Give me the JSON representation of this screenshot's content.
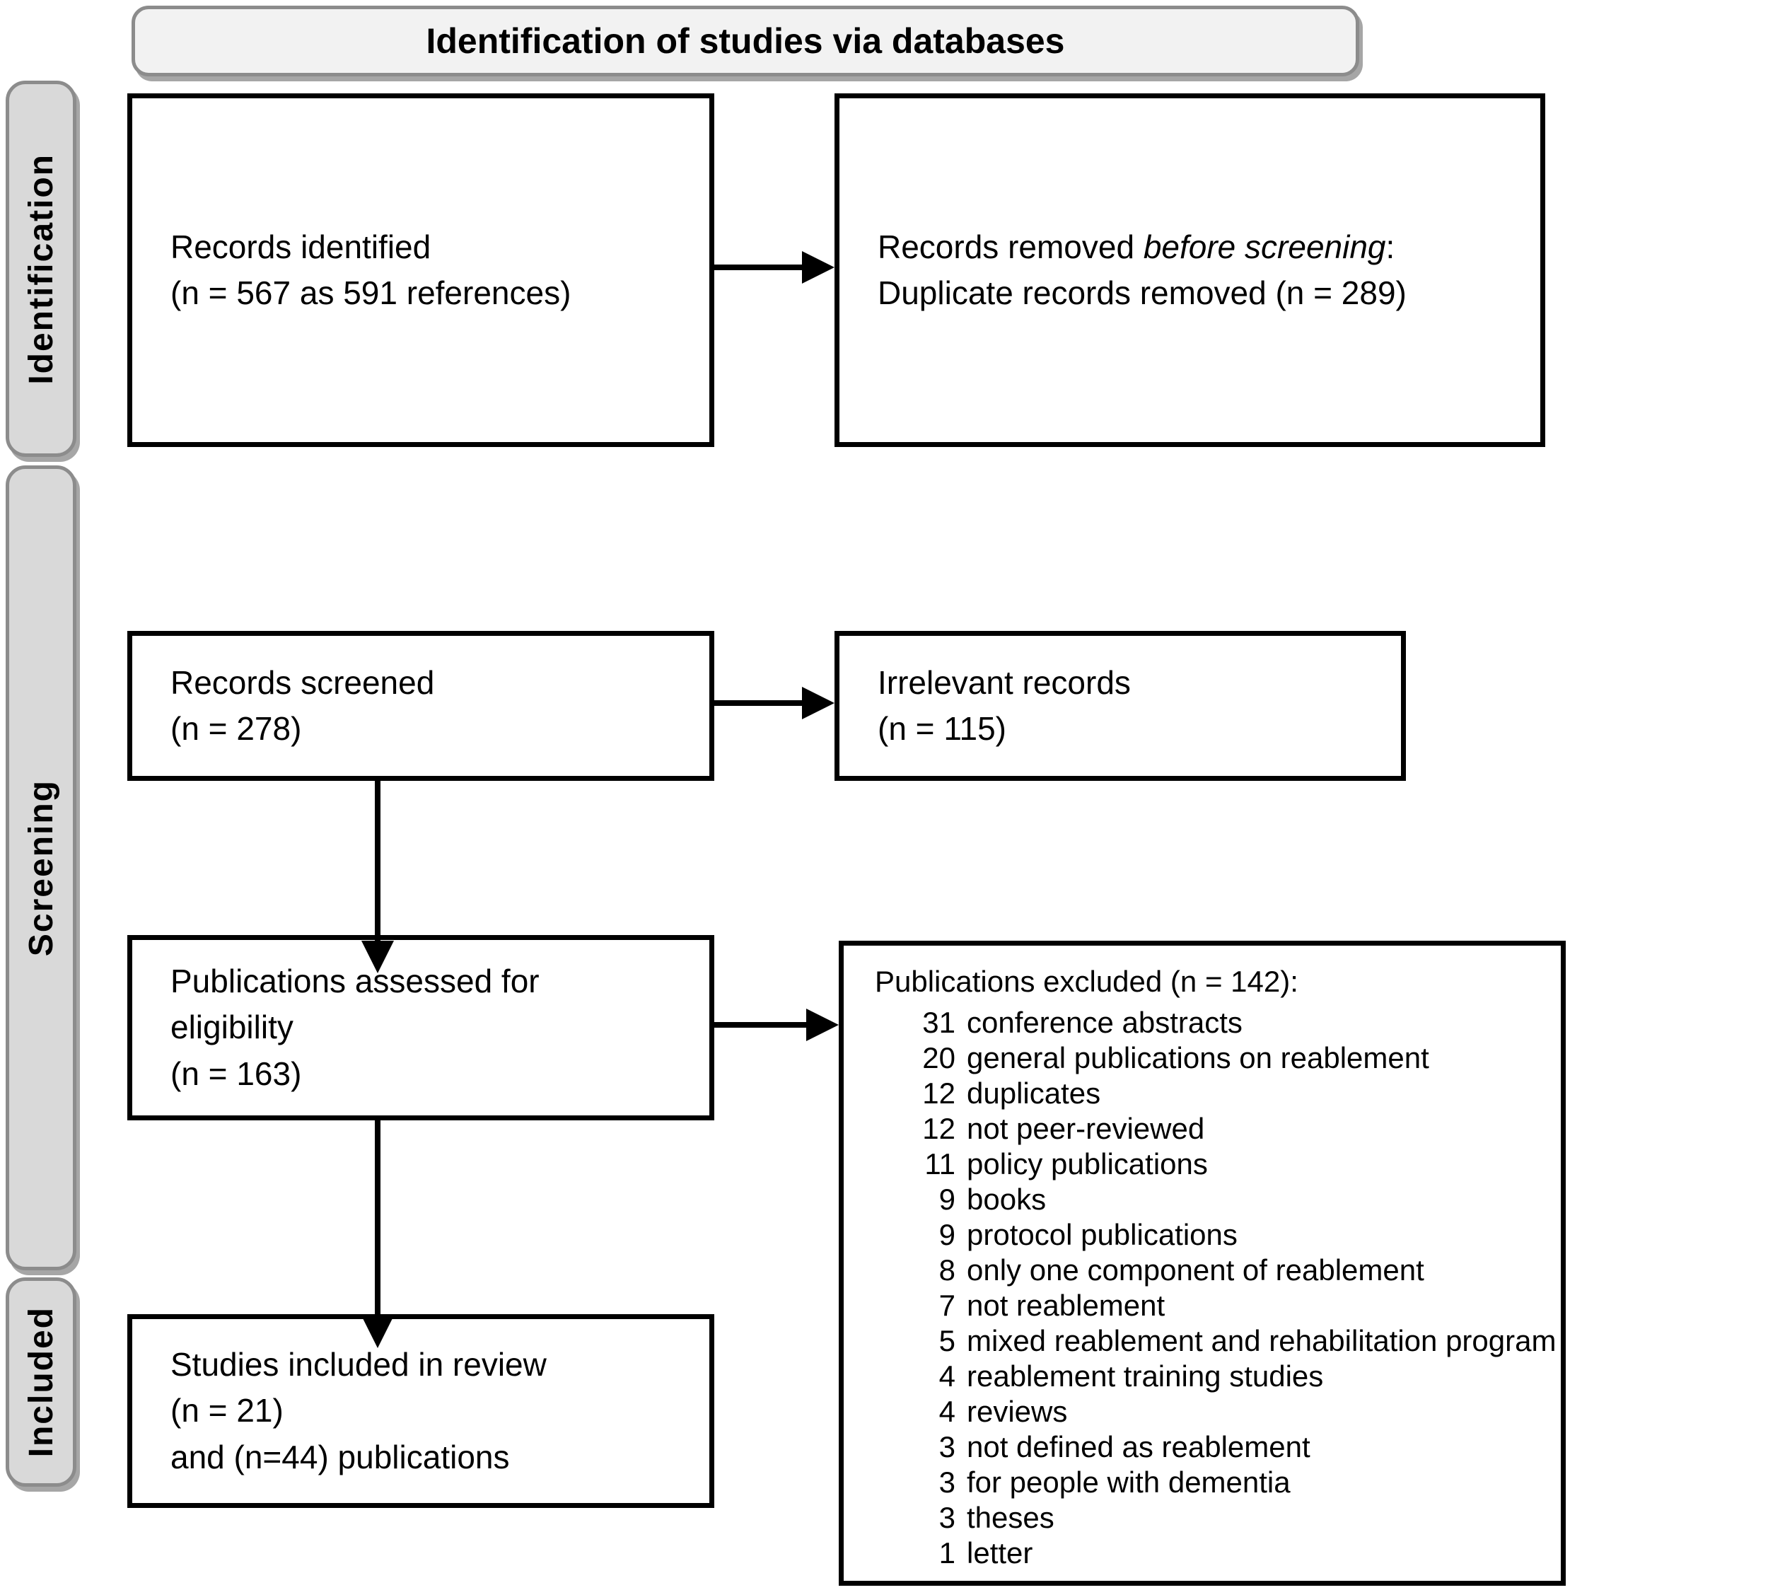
{
  "title": "Identification of studies via databases",
  "stages": [
    {
      "label": "Identification"
    },
    {
      "label": "Screening"
    },
    {
      "label": "Included"
    }
  ],
  "boxes": {
    "records_identified": {
      "line1": "Records identified",
      "line2": "(n = 567 as 591 references)"
    },
    "records_removed": {
      "line1_prefix": "Records removed ",
      "line1_italic": "before screening",
      "line1_suffix": ":",
      "line2": "Duplicate records removed (n = 289)"
    },
    "records_screened": {
      "line1": "Records screened",
      "line2": "(n = 278)"
    },
    "irrelevant_records": {
      "line1": "Irrelevant records",
      "line2": "(n = 115)"
    },
    "publications_assessed": {
      "line1": "Publications assessed for",
      "line2": "eligibility",
      "line3": "(n = 163)"
    },
    "publications_excluded": {
      "header": "Publications excluded (n = 142):",
      "items": [
        {
          "count": "31",
          "label": "conference abstracts"
        },
        {
          "count": "20",
          "label": "general publications on reablement"
        },
        {
          "count": "12",
          "label": "duplicates"
        },
        {
          "count": "12",
          "label": "not peer-reviewed"
        },
        {
          "count": "11",
          "label": "policy publications"
        },
        {
          "count": "9",
          "label": "books"
        },
        {
          "count": "9",
          "label": "protocol publications"
        },
        {
          "count": "8",
          "label": "only one component of reablement"
        },
        {
          "count": "7",
          "label": "not reablement"
        },
        {
          "count": "5",
          "label": "mixed reablement and rehabilitation program"
        },
        {
          "count": "4",
          "label": "reablement training studies"
        },
        {
          "count": "4",
          "label": "reviews"
        },
        {
          "count": "3",
          "label": "not defined as reablement"
        },
        {
          "count": "3",
          "label": "for people with dementia"
        },
        {
          "count": "3",
          "label": "theses"
        },
        {
          "count": "1",
          "label": "letter"
        }
      ]
    },
    "studies_included": {
      "line1": "Studies included in review",
      "line2": "(n = 21)",
      "line3": "and (n=44) publications"
    }
  },
  "colors": {
    "flow_box_border": "#000000",
    "panel_fill": "#d9d9d9",
    "panel_border": "#8c8c8c",
    "title_fill": "#f2f2f2",
    "background": "#ffffff"
  }
}
